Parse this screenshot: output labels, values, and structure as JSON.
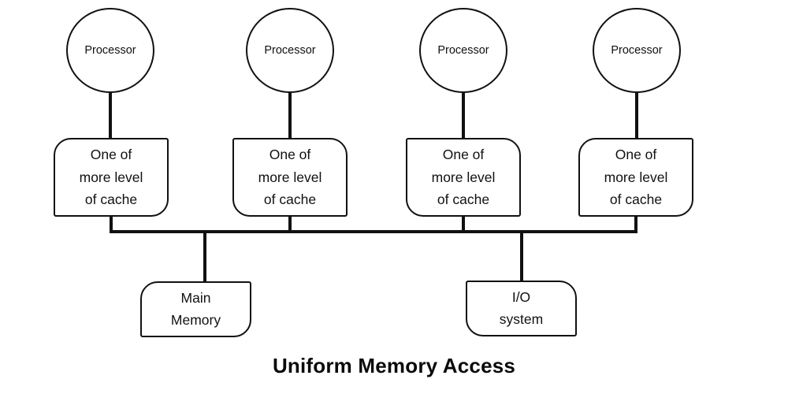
{
  "diagram": {
    "title": "Uniform Memory Access",
    "processors": [
      {
        "label": "Processor"
      },
      {
        "label": "Processor"
      },
      {
        "label": "Processor"
      },
      {
        "label": "Processor"
      }
    ],
    "caches": [
      {
        "lines": [
          "One of",
          "more level",
          "of cache"
        ]
      },
      {
        "lines": [
          "One of",
          "more level",
          "of cache"
        ]
      },
      {
        "lines": [
          "One of",
          "more level",
          "of cache"
        ]
      },
      {
        "lines": [
          "One of",
          "more level",
          "of cache"
        ]
      }
    ],
    "main_memory": {
      "lines": [
        "Main",
        "Memory"
      ]
    },
    "io_system": {
      "lines": [
        "I/O",
        "system"
      ]
    },
    "colors": {
      "line": "#111111",
      "background": "#ffffff",
      "text": "#111111"
    }
  }
}
